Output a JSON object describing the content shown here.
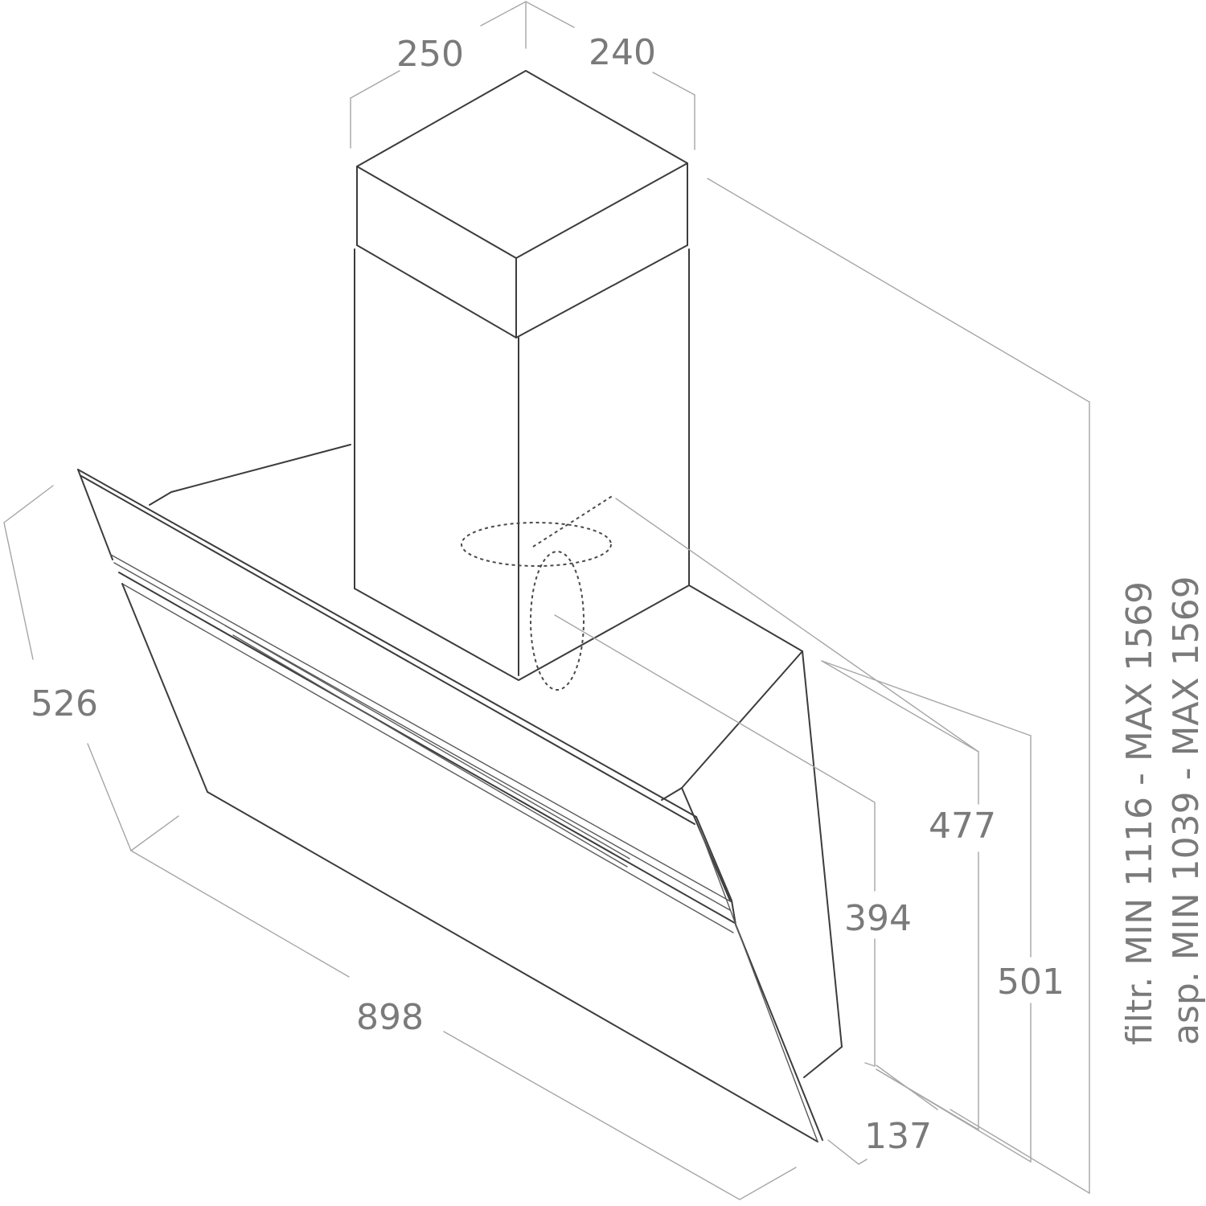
{
  "dimensions": {
    "chimney_depth": "250",
    "chimney_width": "240",
    "hood_depth": "526",
    "hood_width": "898",
    "glass_height": "394",
    "body_height": "477",
    "top_height": "501",
    "bottom_depth": "137"
  },
  "height_ranges": {
    "filter_mode": "filtr. MIN 1116 - MAX 1569",
    "ducted_mode": "asp. MIN 1039 - MAX 1569"
  }
}
